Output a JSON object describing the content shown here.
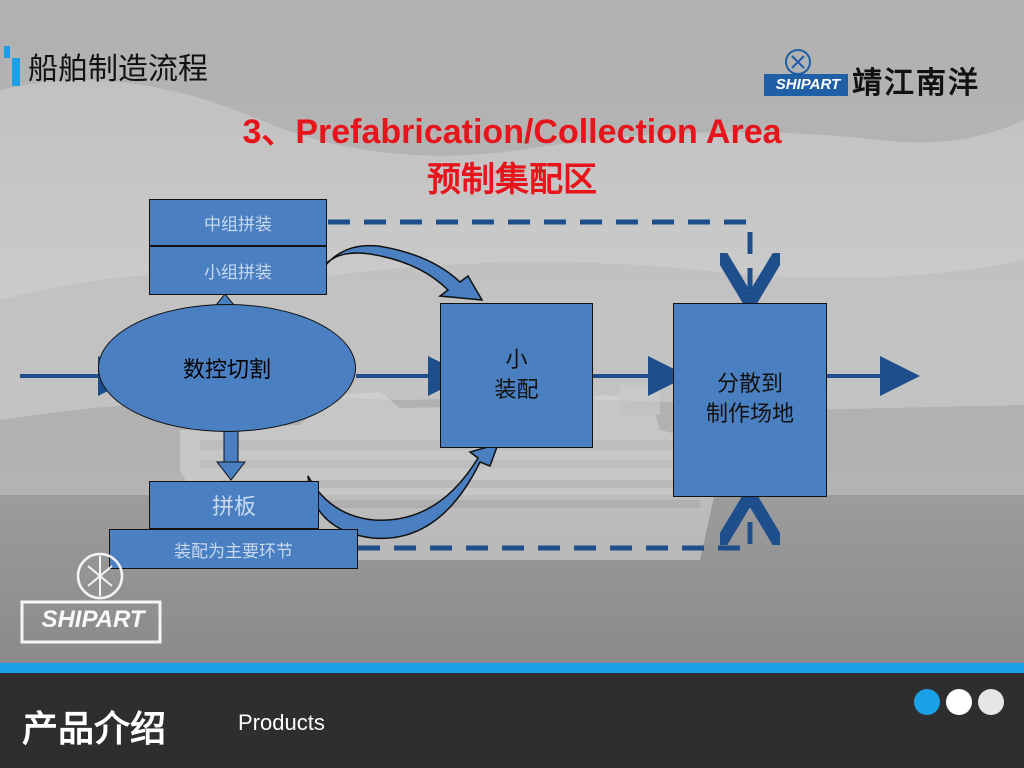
{
  "header": {
    "title": "船舶制造流程",
    "logo_text": "靖江南洋",
    "logo_mark": "SHIPART"
  },
  "slide": {
    "title_en": "3、Prefabrication/Collection Area",
    "title_zh": "预制集配区"
  },
  "diagram": {
    "mid_assembly": "中组拼装",
    "small_assembly": "小组拼装",
    "cnc_cutting": "数控切割",
    "small_fit": "小\n装配",
    "distribute": "分散到\n制作场地",
    "panel": "拼板",
    "fit_note": "装配为主要环节"
  },
  "watermark": {
    "logo_text": "SHIPART"
  },
  "footer": {
    "title_zh": "产品介绍",
    "title_en": "Products"
  },
  "pager": {
    "dots": [
      {
        "color": "#1aa0e6",
        "active": true
      },
      {
        "color": "#ffffff",
        "active": false
      },
      {
        "color": "#e6e6e6",
        "active": false
      }
    ]
  },
  "colors": {
    "accent": "#1aa0e6",
    "title_red": "#e8141b",
    "box_blue": "#4a7fc1",
    "arrow_navy": "#1f4e8c",
    "footer_dark": "#2e2e2e"
  }
}
